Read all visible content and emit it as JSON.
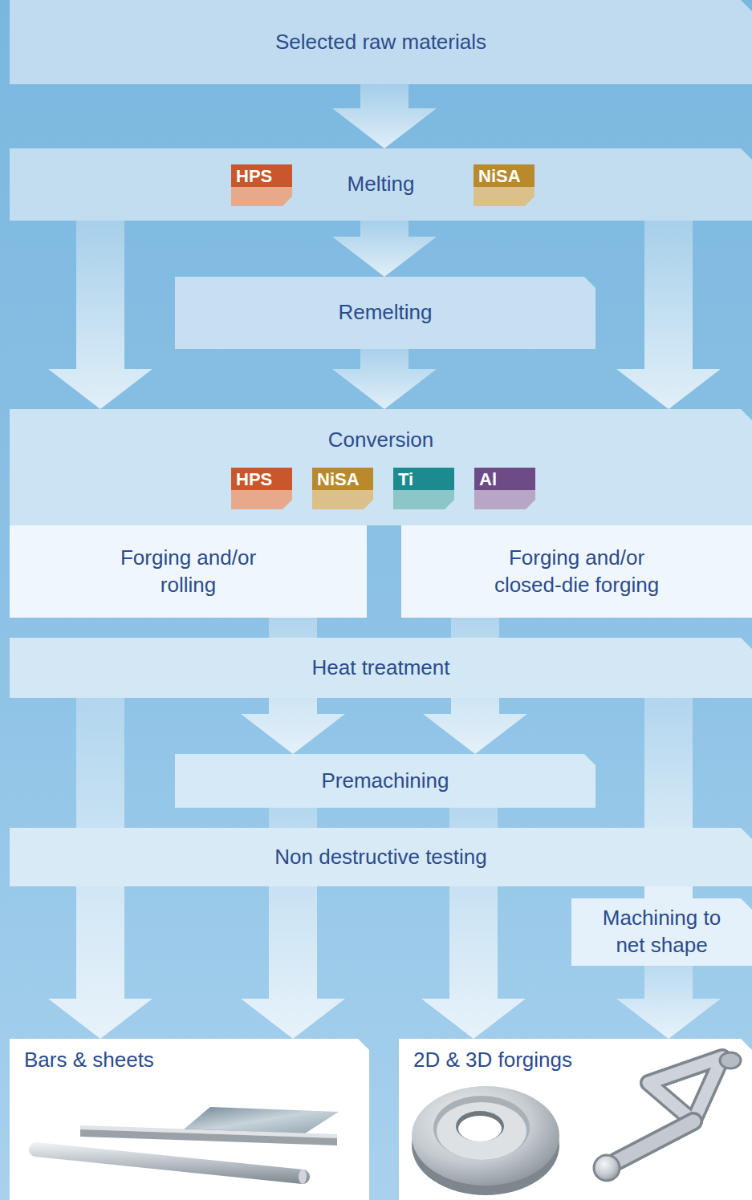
{
  "diagram": {
    "nodes": [
      {
        "text": [
          "Selected raw materials"
        ]
      },
      {
        "text": [
          "Melting"
        ]
      },
      {
        "text": [
          "HPS"
        ],
        "in": 1
      },
      {
        "text": [
          "NiSA"
        ],
        "in": 1
      },
      {
        "text": [
          "Remelting"
        ]
      },
      {
        "text": [
          "Conversion"
        ]
      },
      {
        "text": [
          "HPS"
        ],
        "in": 5
      },
      {
        "text": [
          "NiSA"
        ],
        "in": 5
      },
      {
        "text": [
          "Ti"
        ],
        "in": 5
      },
      {
        "text": [
          "Al"
        ],
        "in": 5
      },
      {
        "text": [
          "Forging and/or rolling"
        ]
      },
      {
        "text": [
          "Forging and/or closed-die forging"
        ]
      },
      {
        "text": [
          "Heat treatment"
        ]
      },
      {
        "text": [
          "Premachining"
        ]
      },
      {
        "text": [
          "Non destructive testing"
        ]
      },
      {
        "text": [
          "Machining to net shape"
        ]
      },
      {
        "text": [
          "Bars & sheets"
        ]
      },
      {
        "text": [
          "2D & 3D forgings"
        ]
      }
    ],
    "edges": [
      {
        "from": 0,
        "to": 1,
        "arrow": "to"
      },
      {
        "from": 1,
        "to": 4,
        "arrow": "to"
      },
      {
        "from": 4,
        "to": 5,
        "arrow": "to"
      },
      {
        "from": 1,
        "to": 5,
        "arrow": "to"
      },
      {
        "from": 1,
        "to": 5,
        "arrow": "to"
      },
      {
        "from": 10,
        "to": 13,
        "arrow": "to"
      },
      {
        "from": 11,
        "to": 13,
        "arrow": "to"
      },
      {
        "from": 12,
        "to": 16,
        "arrow": "to"
      },
      {
        "from": 12,
        "to": 15,
        "arrow": "none"
      },
      {
        "from": 13,
        "to": 16,
        "arrow": "to"
      },
      {
        "from": 13,
        "to": 17,
        "arrow": "to"
      },
      {
        "from": 15,
        "to": 17,
        "arrow": "to"
      }
    ]
  }
}
